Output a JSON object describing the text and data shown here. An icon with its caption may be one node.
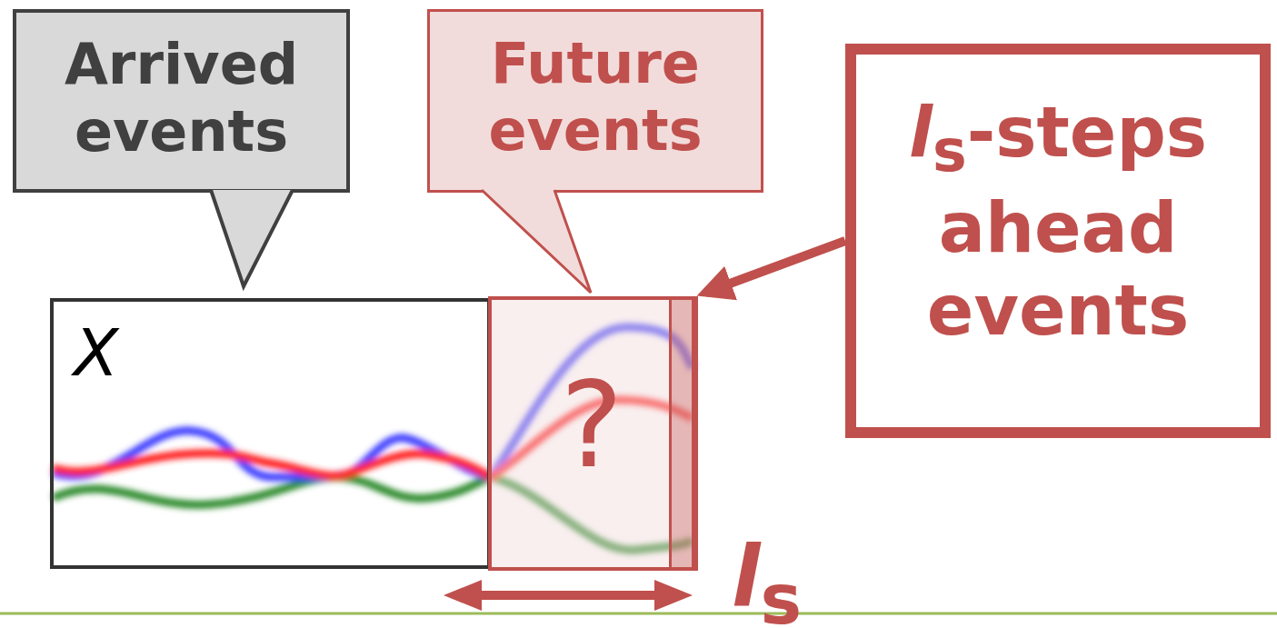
{
  "diagram": {
    "nodes": [
      {
        "text": [
          "Arrived events"
        ]
      },
      {
        "text": [
          "Future events"
        ]
      },
      {
        "text": [
          "*l*$_{s}$-steps ahead events"
        ]
      },
      {
        "text": [
          "X"
        ]
      },
      {
        "text": [
          "?"
        ]
      },
      {
        "text": [],
        "shape": "box",
        "in": 4
      }
    ],
    "edges": [
      {
        "from": 2,
        "to": 5,
        "arrow": "to"
      }
    ],
    "labels": [
      "*l*$_{s}$"
    ]
  }
}
